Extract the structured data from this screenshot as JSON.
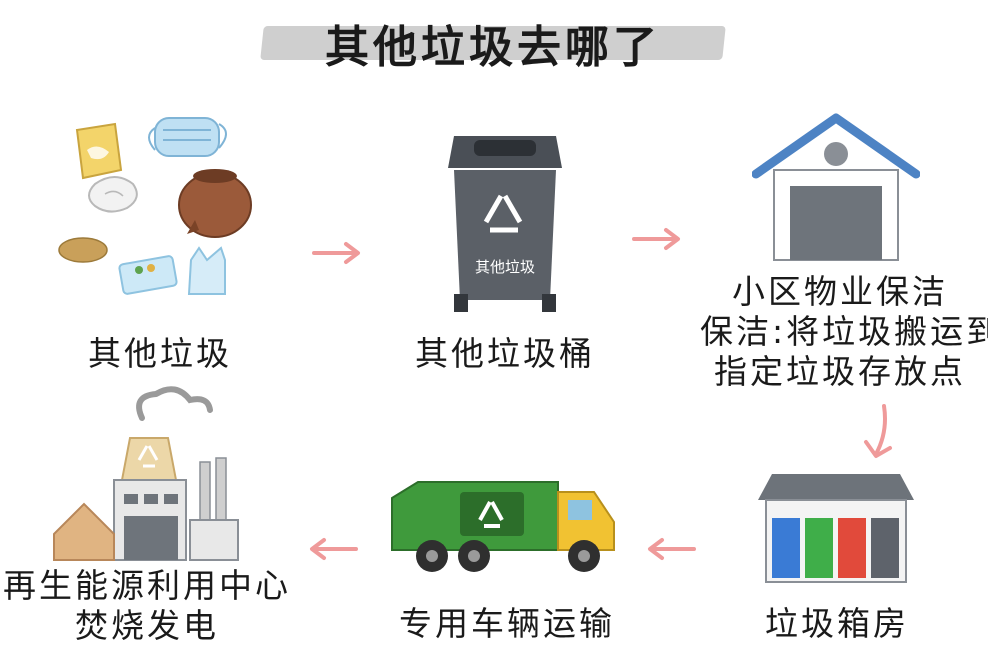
{
  "title": "其他垃圾去哪了",
  "steps": [
    {
      "label": "其他垃圾"
    },
    {
      "label": "其他垃圾桶",
      "bin_text": "其他垃圾"
    },
    {
      "lines": [
        "小区物业保洁",
        "保洁:将垃圾搬运到",
        "指定垃圾存放点"
      ]
    },
    {
      "label": "垃圾箱房"
    },
    {
      "label": "专用车辆运输"
    },
    {
      "lines": [
        "再生能源利用中心",
        "焚烧发电"
      ]
    }
  ],
  "colors": {
    "arrow": "#ef9a9a",
    "bin": "#5b6067",
    "truck": "#3f9a3c",
    "title_band": "#cfcfcf"
  },
  "bin_colors": [
    "#3a7bd5",
    "#3fae49",
    "#e14a3b",
    "#5e636b"
  ]
}
